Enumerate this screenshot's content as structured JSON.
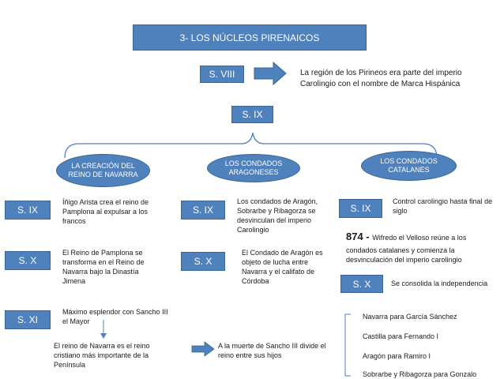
{
  "title": "3- LOS NÚCLEOS PIRENAICOS",
  "top": {
    "century": "S. VIII",
    "text": "La región de los Pirineos era parte del imperio Carolingio con el nombre de Marca Hispánica",
    "century2": "S. IX"
  },
  "branches": {
    "navarra": "LA CREACIÓN DEL REINO DE NAVARRA",
    "aragon": "LOS CONDADOS ARAGONESES",
    "catalanes": "LOS CONDADOS CATALANES"
  },
  "navarra": {
    "c1": "S. IX",
    "t1": "Íñigo Arista crea el reino de Pamplona al expulsar a los francos",
    "c2": "S. X",
    "t2": "El Reino de Pamplona se transforma en el Reino de Navarra bajo la Dinastía Jimena",
    "c3": "S. XI",
    "t3": "Máximo esplendor con Sancho III el Mayor",
    "t4": "El reino de Navarra es el reino cristiano más importante de la Península",
    "t5": "A la muerte de Sancho III divide el reino entre sus hijos"
  },
  "aragon": {
    "c1": "S. IX",
    "t1": "Los condados de Aragón, Sobrarbe y Ribagorza se desvinculan del imperio Carolingio",
    "c2": "S. X",
    "t2": "El Condado de Aragón es objeto de lucha entre Navarra y el califato de Córdoba"
  },
  "catalanes": {
    "c1": "S. IX",
    "t1": "Control carolingio hasta final de siglo",
    "year": "874 - ",
    "t2a": "Wifredo el Velloso reúne a los",
    "t2b": "condados catalanes y comienza la desvinculación  del imperio carolingio",
    "c2": "S. X",
    "t3": "Se consolida la independencia"
  },
  "herederos": [
    "Navarra para García Sánchez",
    "Castilla para Fernando I",
    "Aragón para Ramiro I",
    "Sobrarbe y Ribagorza para Gonzalo"
  ],
  "colors": {
    "box": "#4f81bd",
    "boxBorder": "#3a6594",
    "line": "#4f81bd"
  }
}
